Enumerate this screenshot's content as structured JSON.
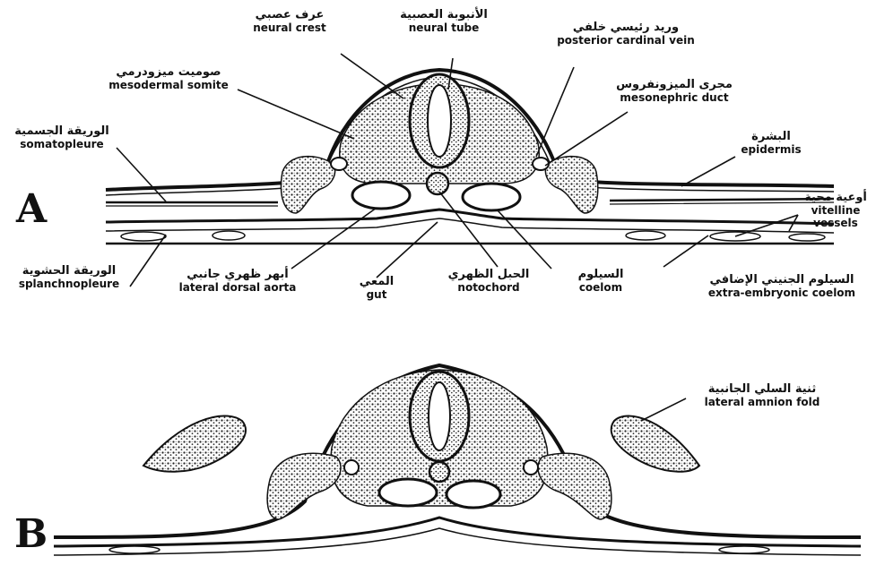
{
  "figure": {
    "panel_a": "A",
    "panel_b": "B"
  },
  "labels": {
    "neural_crest": {
      "ar": "عرف عصبي",
      "en": "neural crest"
    },
    "neural_tube": {
      "ar": "الأنبوبة العصبية",
      "en": "neural tube"
    },
    "posterior_cardinal_vein": {
      "ar": "وريد رئيسي خلفي",
      "en": "posterior cardinal vein"
    },
    "mesodermal_somite": {
      "ar": "صوميت ميزودرمي",
      "en": "mesodermal somite"
    },
    "mesonephric_duct": {
      "ar": "مجرى الميزونفروس",
      "en": "mesonephric duct"
    },
    "somatopleure": {
      "ar": "الوريقة الجسمية",
      "en": "somatopleure"
    },
    "epidermis": {
      "ar": "البشرة",
      "en": "epidermis"
    },
    "vitelline_vessels": {
      "ar": "أوعية محية",
      "en1": "vitelline",
      "en2": "vessels"
    },
    "splanchnopleure": {
      "ar": "الوريقة الحشوية",
      "en": "splanchnopleure"
    },
    "lateral_dorsal_aorta": {
      "ar": "أبهر ظهري جانبي",
      "en": "lateral dorsal aorta"
    },
    "gut": {
      "ar": "المعي",
      "en": "gut"
    },
    "notochord": {
      "ar": "الحبل الظهري",
      "en": "notochord"
    },
    "coelom": {
      "ar": "السيلوم",
      "en": "coelom"
    },
    "extra_embryonic_coelom": {
      "ar": "السيلوم الجنيني الإضافي",
      "en": "extra-embryonic coelom"
    },
    "lateral_amnion_fold": {
      "ar": "ثنية السلي الجانبية",
      "en": "lateral amnion fold"
    }
  }
}
